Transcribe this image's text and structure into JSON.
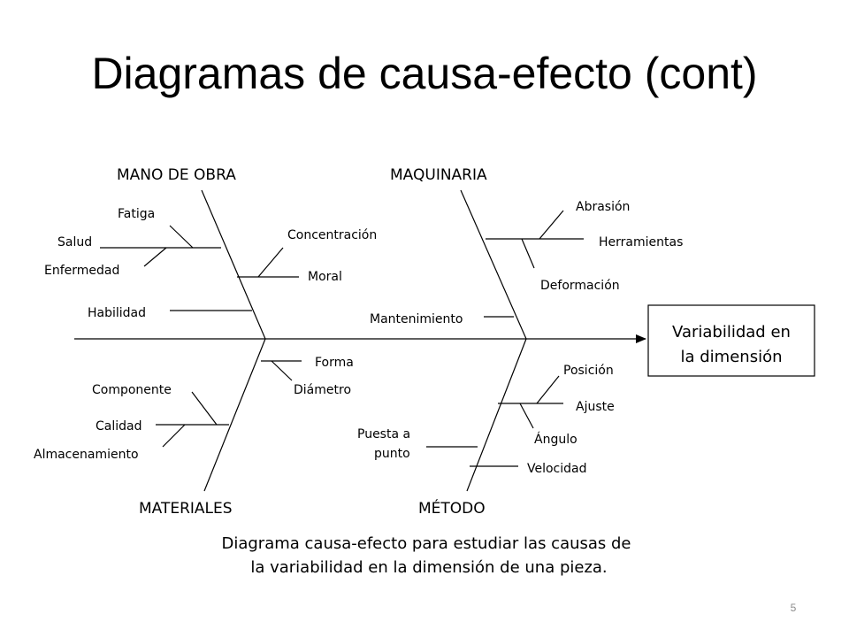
{
  "slide": {
    "title": "Diagramas de causa-efecto (cont)",
    "page_number": "5"
  },
  "diagram": {
    "effect": {
      "line1": "Variabilidad en",
      "line2": "la dimensión"
    },
    "categories": {
      "mano_de_obra": "MANO DE OBRA",
      "maquinaria": "MAQUINARIA",
      "materiales": "MATERIALES",
      "metodo": "MÉTODO"
    },
    "causes": {
      "fatiga": "Fatiga",
      "salud": "Salud",
      "enfermedad": "Enfermedad",
      "concentracion": "Concentración",
      "moral": "Moral",
      "habilidad": "Habilidad",
      "abrasion": "Abrasión",
      "herramientas": "Herramientas",
      "deformacion": "Deformación",
      "mantenimiento": "Mantenimiento",
      "forma": "Forma",
      "diametro": "Diámetro",
      "componente": "Componente",
      "calidad": "Calidad",
      "almacenamiento": "Almacenamiento",
      "posicion": "Posición",
      "ajuste": "Ajuste",
      "angulo": "Ángulo",
      "puesta_a_punto_1": "Puesta a",
      "puesta_a_punto_2": "punto",
      "velocidad": "Velocidad"
    },
    "caption": {
      "line1": "Diagrama causa-efecto para estudiar las causas de",
      "line2": "la variabilidad en la dimensión de una pieza."
    }
  }
}
